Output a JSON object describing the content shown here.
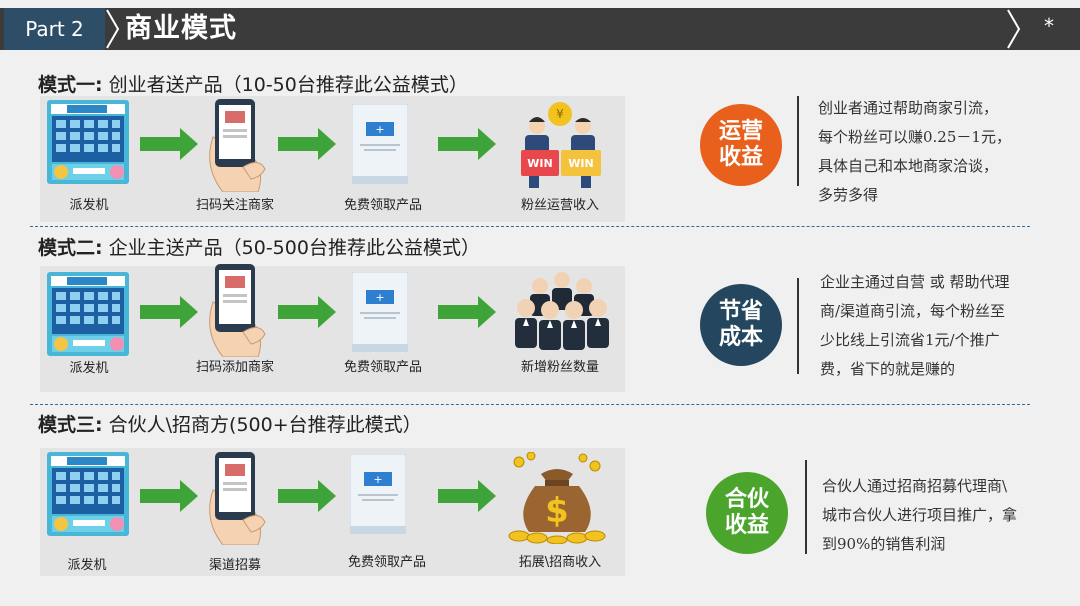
{
  "header": {
    "part": "Part 2",
    "title": "商业模式",
    "star": "*"
  },
  "sections": [
    {
      "title_prefix": "模式一:",
      "title_rest": " 创业者送产品（10-50台推荐此公益模式）",
      "steps": [
        "派发机",
        "扫码关注商家",
        "免费领取产品",
        "粉丝运营收入"
      ],
      "badge": {
        "line1": "运营",
        "line2": "收益",
        "color": "#e8601c"
      },
      "desc": [
        "创业者通过帮助商家引流，",
        "每个粉丝可以赚0.25－1元，",
        "具体自己和本地商家洽谈，",
        "多劳多得"
      ]
    },
    {
      "title_prefix": "模式二:",
      "title_rest": " 企业主送产品（50-500台推荐此公益模式）",
      "steps": [
        "派发机",
        "扫码添加商家",
        "免费领取产品",
        "新增粉丝数量"
      ],
      "badge": {
        "line1": "节省",
        "line2": "成本",
        "color": "#24475f"
      },
      "desc": [
        "企业主通过自营 或 帮助代理",
        "商/渠道商引流，每个粉丝至",
        "少比线上引流省1元/个推广",
        "费，省下的就是赚的"
      ]
    },
    {
      "title_prefix": "模式三:",
      "title_rest": " 合伙人\\招商方(500+台推荐此模式）",
      "steps": [
        "派发机",
        "渠道招募",
        "免费领取产品",
        "拓展\\招商收入"
      ],
      "badge": {
        "line1": "合伙",
        "line2": "收益",
        "color": "#4ba52d"
      },
      "desc": [
        "合伙人通过招商招募代理商\\",
        "城市合伙人进行项目推广，拿",
        "到90%的销售利润"
      ]
    }
  ],
  "icons": {
    "win": "WIN",
    "dollar": "$"
  },
  "colors": {
    "arrow": "#3ea339",
    "divider": "#2e6da4"
  }
}
